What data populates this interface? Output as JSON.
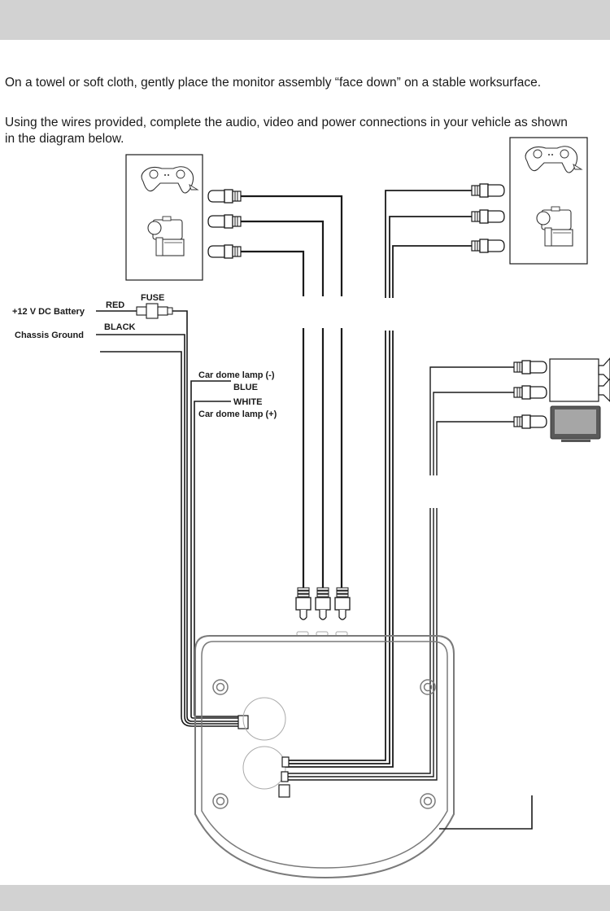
{
  "instructions": {
    "paragraph_1": "On a towel or soft cloth, gently place the monitor assembly “face down” on a stable worksurface.",
    "paragraph_2": "Using the wires provided, complete the audio, video and power connections in your vehicle as shown in the diagram below."
  },
  "diagram": {
    "power_labels": {
      "battery": "+12 V DC Battery",
      "red": "RED",
      "fuse": "FUSE",
      "black": "BLACK",
      "chassis": "Chassis Ground"
    },
    "dome_lamp_labels": {
      "neg": "Car dome lamp (-)",
      "blue": "BLUE",
      "white": "WHITE",
      "pos": "Car dome lamp (+)"
    },
    "left_sources": [
      "game-controller",
      "camcorder"
    ],
    "right_sources": [
      "game-controller",
      "camcorder"
    ],
    "outputs": [
      "speaker-amplifier",
      "monitor"
    ],
    "colors": {
      "line": "#1a1a1a",
      "housing": "#7a7a7a",
      "band": "#d2d2d2"
    }
  }
}
